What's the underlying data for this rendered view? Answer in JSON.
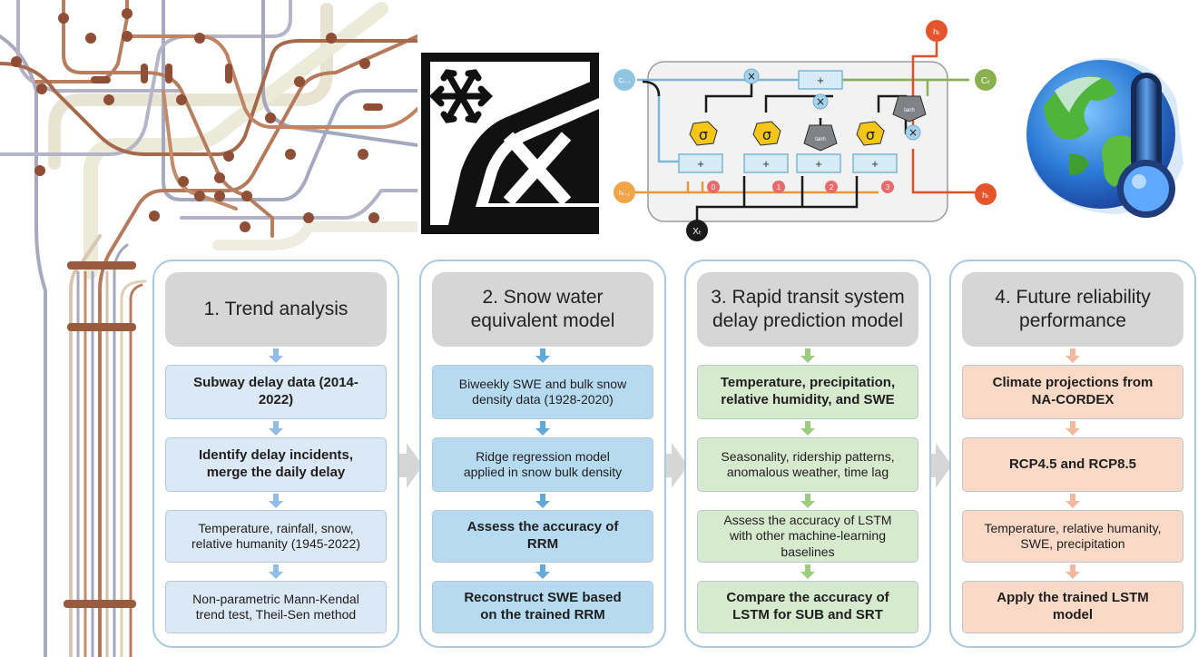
{
  "colors": {
    "panel_border": "#a9c9e2",
    "header_bg": "#d6d6d6",
    "trend_box": "#dbe8f5",
    "swe_box": "#b6dbf0",
    "delay_box": "#d6ebcd",
    "future_box": "#fbd9c7",
    "trend_arrow": "#8fbde6",
    "swe_arrow": "#5fa9dc",
    "delay_arrow": "#9ccd7e",
    "future_arrow": "#f3b9a0"
  },
  "icons": [
    "subway-map-icon",
    "snow-train-cancel-icon",
    "lstm-cell-icon",
    "climate-earth-thermometer-icon"
  ],
  "lstm": {
    "c_prev": "Cₜ₋₁",
    "h_prev": "hₜ₋₁",
    "c_t": "Cₜ",
    "h_t_top": "hₜ",
    "h_t_right": "hₜ",
    "x_t": "Xₜ",
    "sigma": "σ",
    "tanh": "tanh",
    "plus": "+",
    "times": "×",
    "gate_indices": [
      "0",
      "1",
      "2",
      "3"
    ]
  },
  "panels": [
    {
      "title": "1. Trend analysis",
      "steps": [
        {
          "text": "Subway delay data (2014-\n2022)",
          "bold": true
        },
        {
          "text": "Identify delay incidents,\nmerge the daily delay",
          "bold": true
        },
        {
          "text": "Temperature, rainfall, snow,\nrelative humanity (1945-2022)",
          "bold": false
        },
        {
          "text": "Non-parametric Mann-Kendal\ntrend test, Theil-Sen method",
          "bold": false
        }
      ]
    },
    {
      "title": "2. Snow water\nequivalent model",
      "steps": [
        {
          "text": "Biweekly SWE and bulk snow\ndensity data (1928-2020)",
          "bold": false
        },
        {
          "text": "Ridge regression model\napplied in snow bulk density",
          "bold": false
        },
        {
          "text": "Assess the accuracy of\nRRM",
          "bold": true
        },
        {
          "text": "Reconstruct SWE based\non the trained RRM",
          "bold": true
        }
      ]
    },
    {
      "title": "3. Rapid transit system\ndelay prediction model",
      "steps": [
        {
          "text": "Temperature, precipitation,\nrelative humidity, and SWE",
          "bold": true
        },
        {
          "text": "Seasonality, ridership patterns,\nanomalous weather, time lag",
          "bold": false
        },
        {
          "text": "Assess the accuracy of LSTM\nwith other machine-learning\nbaselines",
          "bold": false
        },
        {
          "text": "Compare the accuracy of\nLSTM for SUB and SRT",
          "bold": true
        }
      ]
    },
    {
      "title": "4. Future reliability\nperformance",
      "steps": [
        {
          "text": "Climate projections from\nNA-CORDEX",
          "bold": true
        },
        {
          "text": "RCP4.5 and RCP8.5",
          "bold": true
        },
        {
          "text": "Temperature, relative humanity,\nSWE, precipitation",
          "bold": false
        },
        {
          "text": "Apply the trained LSTM\nmodel",
          "bold": true
        }
      ]
    }
  ]
}
